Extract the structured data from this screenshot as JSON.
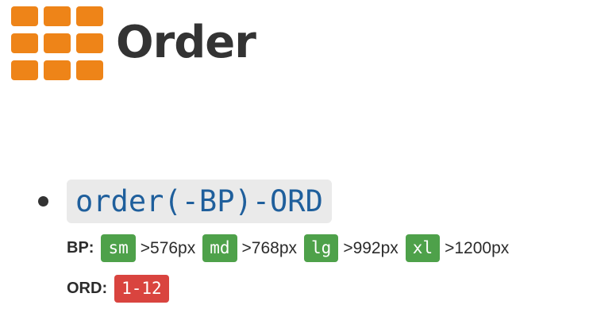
{
  "header": {
    "title": "Order",
    "logo_color": "#ee8418",
    "logo_rows": 3,
    "logo_cols": 3
  },
  "bullet": {
    "code": "order(-BP)-ORD",
    "code_color": "#1f5f9c",
    "code_background": "#eaeaea"
  },
  "breakpoints": {
    "label": "BP:",
    "badge_color": "#4ea14a",
    "items": [
      {
        "name": "sm",
        "value": ">576px"
      },
      {
        "name": "md",
        "value": ">768px"
      },
      {
        "name": "lg",
        "value": ">992px"
      },
      {
        "name": "xl",
        "value": ">1200px"
      }
    ]
  },
  "order": {
    "label": "ORD:",
    "value": "1-12",
    "badge_color": "#d9443f"
  }
}
